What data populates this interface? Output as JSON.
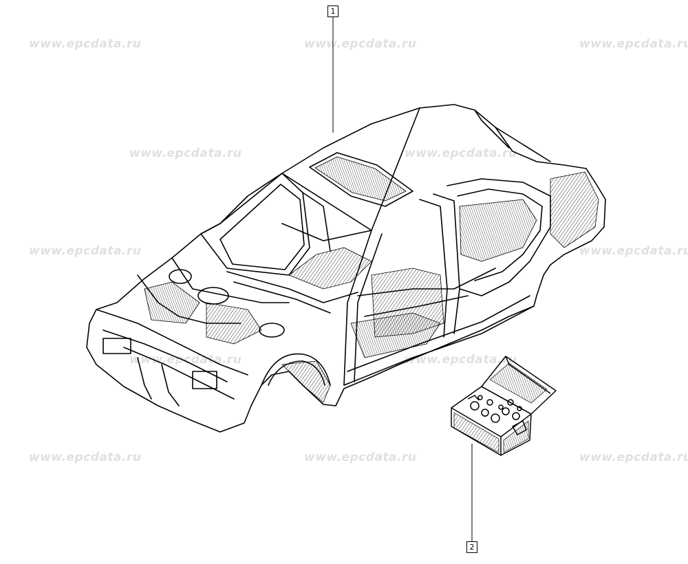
{
  "watermark_text": "www.epcdata.ru",
  "callouts": [
    {
      "id": "1",
      "label": "1",
      "part": "body-shell"
    },
    {
      "id": "2",
      "label": "2",
      "part": "parts-kit-box"
    }
  ],
  "colors": {
    "line": "#000000",
    "watermark": "#e0e0e0",
    "background": "#ffffff"
  }
}
